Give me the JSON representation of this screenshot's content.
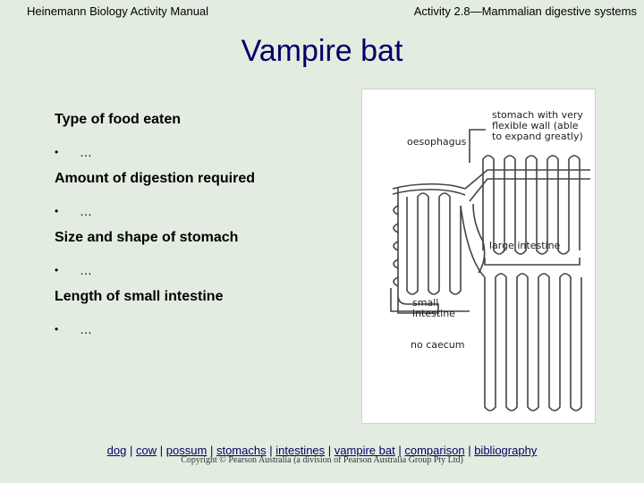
{
  "header": {
    "left": "Heinemann Biology Activity Manual",
    "right": "Activity 2.8—Mammalian digestive systems"
  },
  "title": "Vampire bat",
  "sections": [
    {
      "heading": "Type of food eaten",
      "bullet": "…"
    },
    {
      "heading": "Amount of digestion required",
      "bullet": "…"
    },
    {
      "heading": "Size and shape of stomach",
      "bullet": "…"
    },
    {
      "heading": "Length of small intestine",
      "bullet": "…"
    }
  ],
  "bullet_glyph": "•",
  "figure": {
    "stomach_label": "stomach with very flexible wall (able to expand greatly)",
    "stomach_label_lines": [
      "stomach with very",
      "flexible wall (able",
      "to expand greatly)"
    ],
    "oesophagus": "oesophagus",
    "large_intestine": "large intestine",
    "small_intestine_lines": [
      "small",
      "intestine"
    ],
    "no_caecum": "no caecum"
  },
  "nav": {
    "links": [
      "dog",
      "cow",
      "possum",
      "stomachs",
      "intestines",
      "vampire bat",
      "comparison",
      "bibliography"
    ],
    "separator": "|"
  },
  "copyright": "Copyright © Pearson Australia (a division of Pearson Australia Group Pty Ltd)"
}
